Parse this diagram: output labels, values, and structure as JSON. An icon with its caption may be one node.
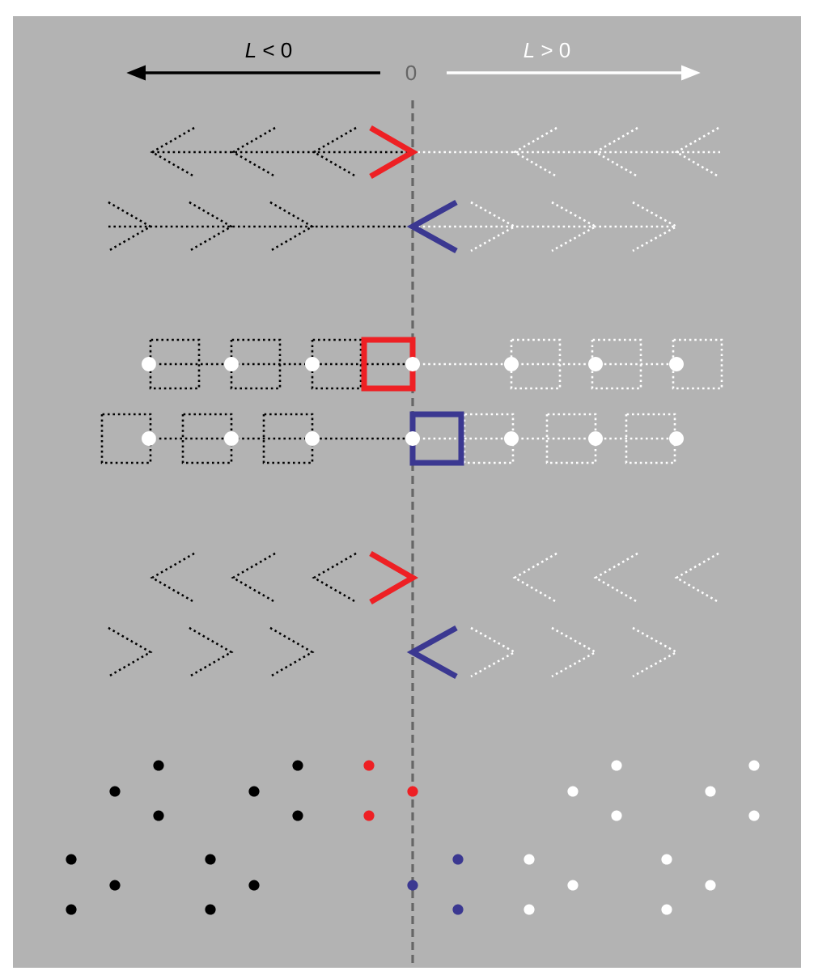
{
  "diagram": {
    "labels": [
      "*L* < 0",
      "0",
      "*L* > 0"
    ]
  }
}
